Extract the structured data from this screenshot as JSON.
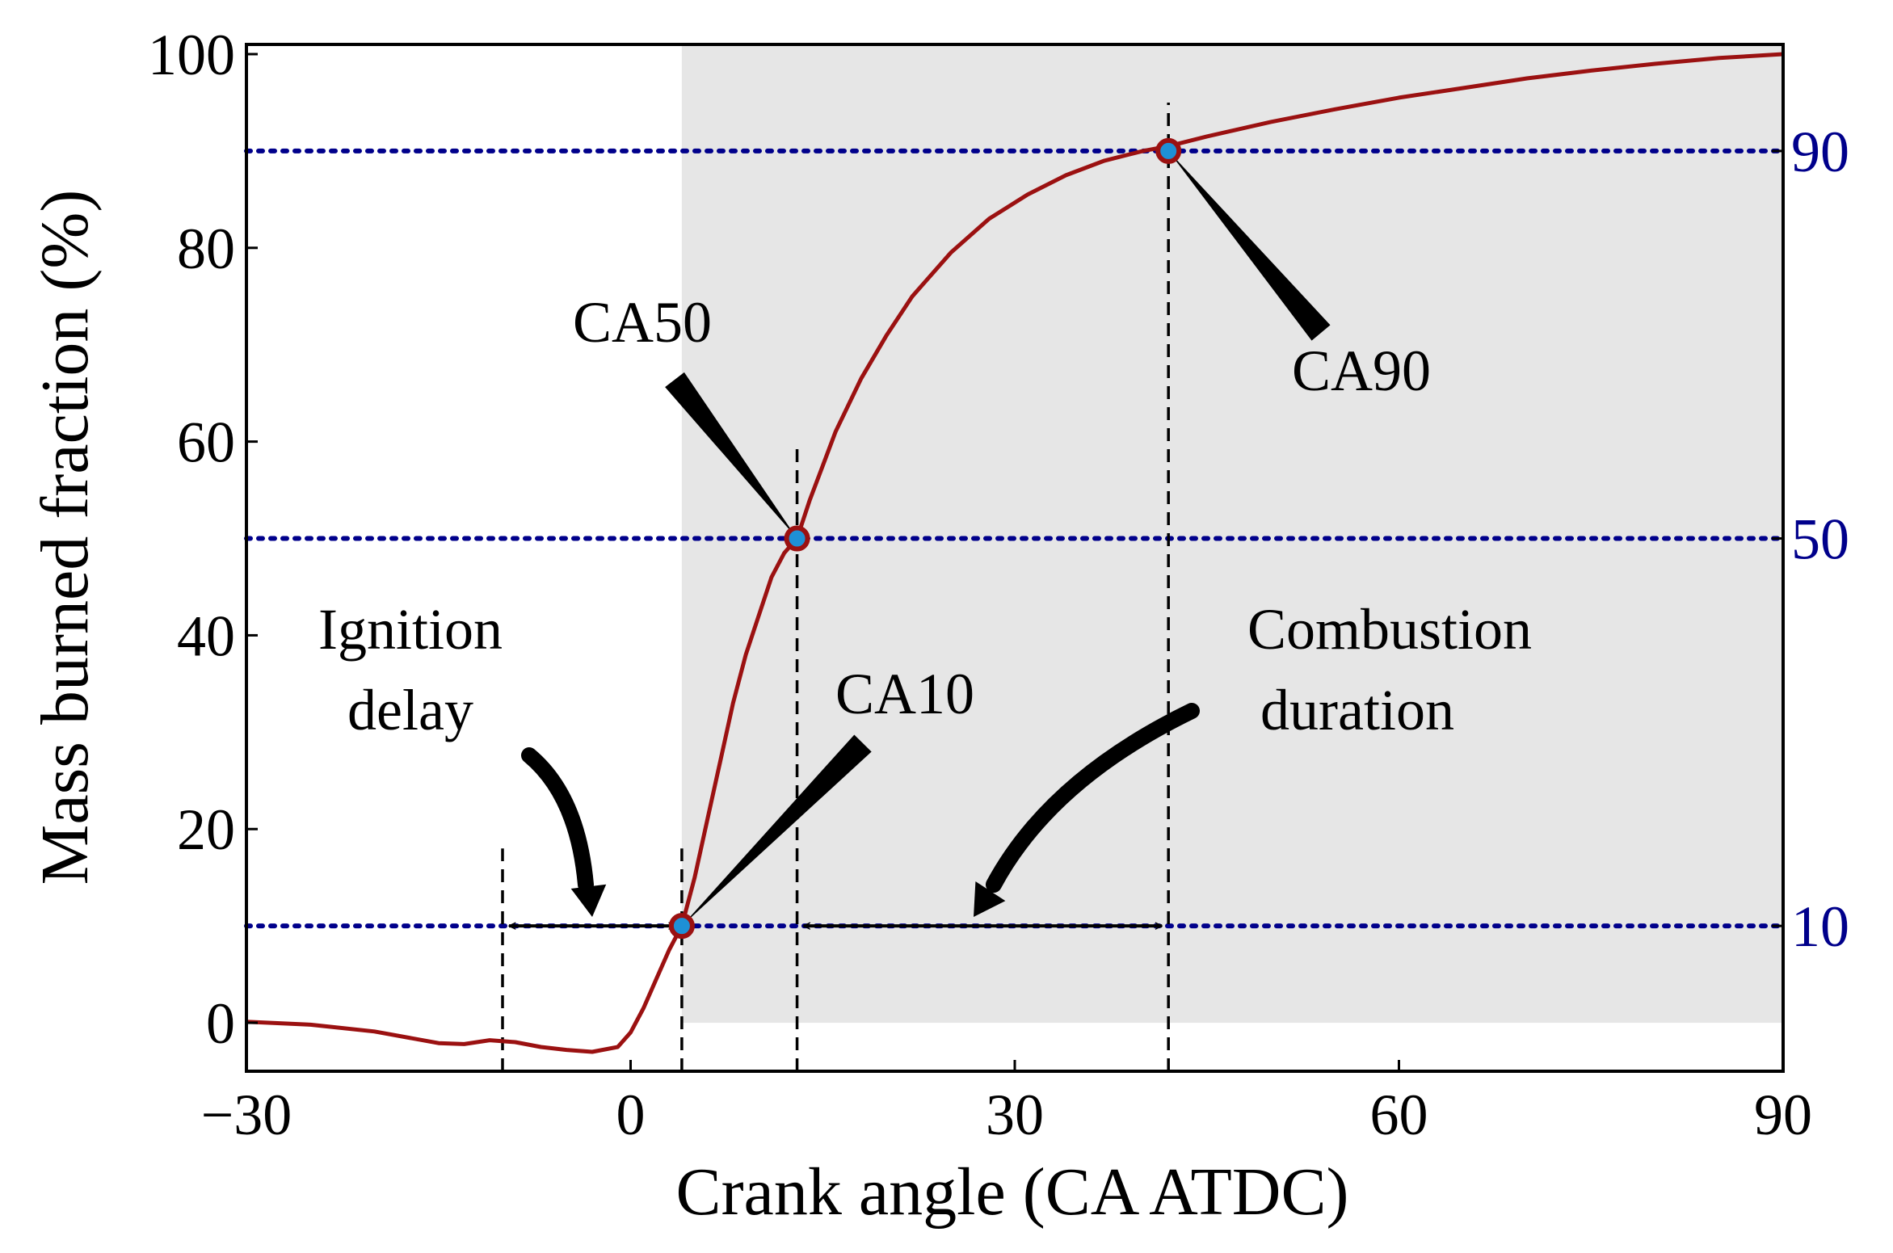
{
  "colors": {
    "curve": "#9b1111",
    "marker_fill": "#1e90d6",
    "guide": "#00008b",
    "shade": "#e6e6e6",
    "right_tick_text": "#00008b"
  },
  "chart_data": {
    "type": "line",
    "xlabel": "Crank angle (CA ATDC)",
    "ylabel": "Mass burned fraction (%)",
    "xlim": [
      -30,
      90
    ],
    "ylim": [
      -5,
      101
    ],
    "x_ticks": [
      {
        "value": -30,
        "label": "−30"
      },
      {
        "value": 0,
        "label": "0"
      },
      {
        "value": 30,
        "label": "30"
      },
      {
        "value": 60,
        "label": "60"
      },
      {
        "value": 90,
        "label": "90"
      }
    ],
    "y_ticks": [
      {
        "value": 0,
        "label": "0"
      },
      {
        "value": 20,
        "label": "20"
      },
      {
        "value": 40,
        "label": "40"
      },
      {
        "value": 60,
        "label": "60"
      },
      {
        "value": 80,
        "label": "80"
      },
      {
        "value": 100,
        "label": "100"
      }
    ],
    "right_ticks": [
      {
        "value": 10,
        "label": "10"
      },
      {
        "value": 50,
        "label": "50"
      },
      {
        "value": 90,
        "label": "90"
      }
    ],
    "grid": false,
    "series": [
      {
        "x": [
          -30,
          -25,
          -20,
          -15,
          -13,
          -11,
          -9,
          -7,
          -5,
          -3,
          -1,
          0,
          1,
          2,
          3,
          4,
          5,
          6,
          7,
          8,
          9,
          10,
          11,
          12,
          13,
          14,
          15,
          16,
          18,
          20,
          22,
          25,
          28,
          31,
          34,
          37,
          40,
          42,
          45,
          50,
          55,
          60,
          65,
          70,
          75,
          80,
          85,
          90
        ],
        "y": [
          0.1,
          -0.2,
          -0.9,
          -2.1,
          -2.2,
          -1.8,
          -2.0,
          -2.5,
          -2.8,
          -3.0,
          -2.5,
          -1.0,
          1.5,
          4.5,
          7.5,
          10,
          15,
          21,
          27,
          33,
          38,
          42,
          46,
          48.5,
          50,
          54,
          57.5,
          61,
          66.5,
          71,
          75,
          79.5,
          83,
          85.5,
          87.5,
          89,
          90,
          90.5,
          91.5,
          93,
          94.3,
          95.5,
          96.5,
          97.5,
          98.3,
          99,
          99.6,
          100
        ]
      }
    ],
    "markers": [
      {
        "x": 4,
        "y": 10
      },
      {
        "x": 13,
        "y": 50
      },
      {
        "x": 42,
        "y": 90
      }
    ],
    "guide_lines_y": [
      10,
      50,
      90
    ],
    "vertical_lines": [
      {
        "x": -10,
        "y_from": -5,
        "y_to": 18
      },
      {
        "x": 4,
        "y_from": -5,
        "y_to": 18
      },
      {
        "x": 13,
        "y_from": -5,
        "y_to": 60
      },
      {
        "x": 42,
        "y_from": -5,
        "y_to": 95
      }
    ],
    "shading": {
      "x_from": 4,
      "x_to": 90,
      "y_from": 0,
      "y_to": 101
    },
    "interval_arrows": [
      {
        "x1": -10,
        "x2": 4,
        "y": 10
      },
      {
        "x1": 13,
        "x2": 42,
        "y": 10
      }
    ],
    "annotations": {
      "ca50": "CA50",
      "ca90": "CA90",
      "ca10": "CA10",
      "ignition_line1": "Ignition",
      "ignition_line2": "delay",
      "combustion_line1": "Combustion",
      "combustion_line2": "duration"
    }
  }
}
